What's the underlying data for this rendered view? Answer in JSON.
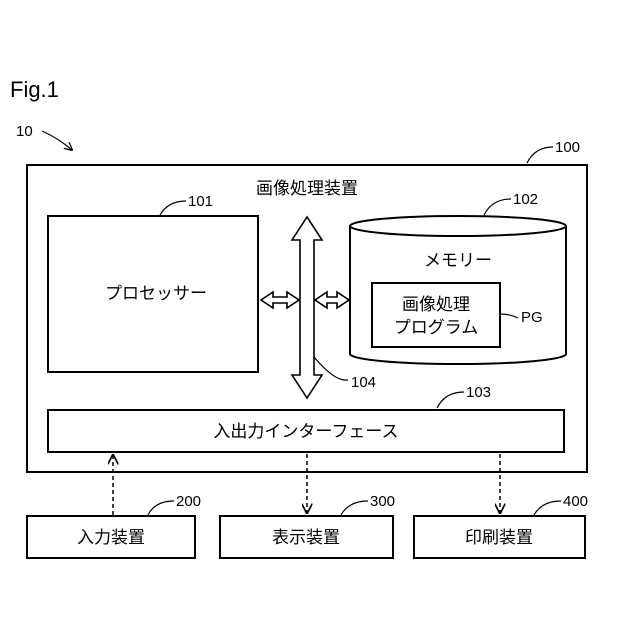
{
  "figure_label": "Fig.1",
  "system": {
    "ref": "10"
  },
  "device": {
    "ref": "100",
    "title": "画像処理装置"
  },
  "processor": {
    "ref": "101",
    "label": "プロセッサー"
  },
  "memory": {
    "ref": "102",
    "label": "メモリー"
  },
  "program": {
    "ref": "PG",
    "line1": "画像処理",
    "line2": "プログラム"
  },
  "bus": {
    "ref": "104"
  },
  "io_interface": {
    "ref": "103",
    "label": "入出力インターフェース"
  },
  "input_device": {
    "ref": "200",
    "label": "入力装置"
  },
  "display_device": {
    "ref": "300",
    "label": "表示装置"
  },
  "print_device": {
    "ref": "400",
    "label": "印刷装置"
  }
}
